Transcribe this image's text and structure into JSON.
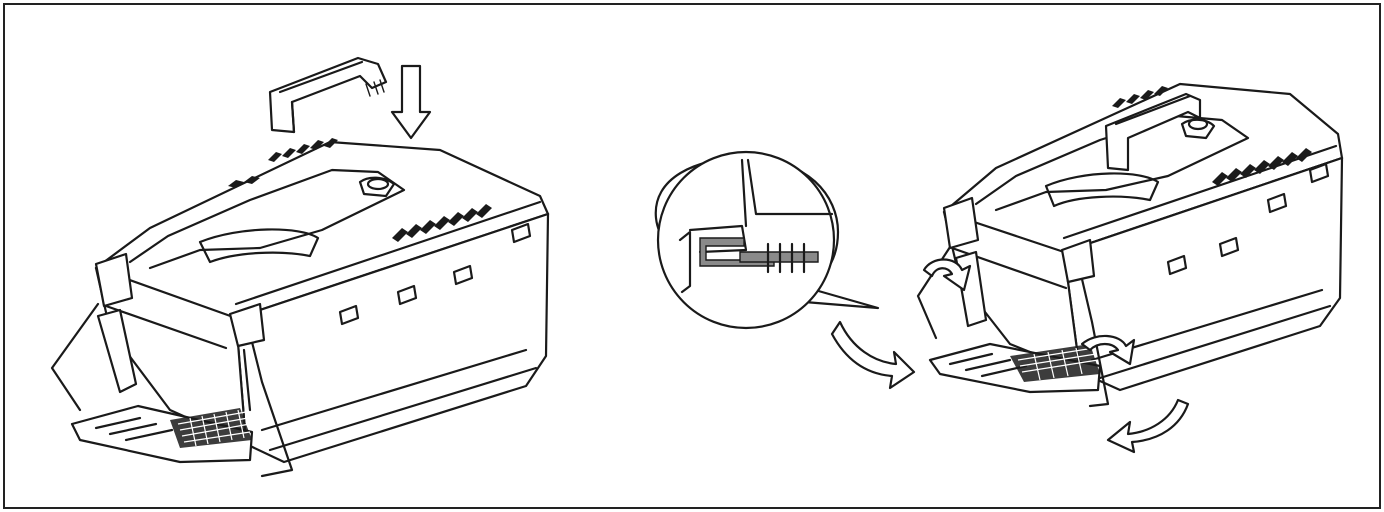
{
  "figure": {
    "panels": [
      {
        "id": "attach-handle",
        "arrows": [
          "down-arrow"
        ]
      },
      {
        "id": "fold-wire-frame",
        "arrows": [
          "curved-arrow-left",
          "curved-arrow-bottom",
          "rotate-arrow-left",
          "rotate-arrow-right"
        ],
        "inset": "clip-detail-callout"
      }
    ],
    "colors": {
      "line": "#1a1a1a",
      "background": "#ffffff",
      "border": "#222222",
      "shade": "#8a8a8a"
    }
  }
}
